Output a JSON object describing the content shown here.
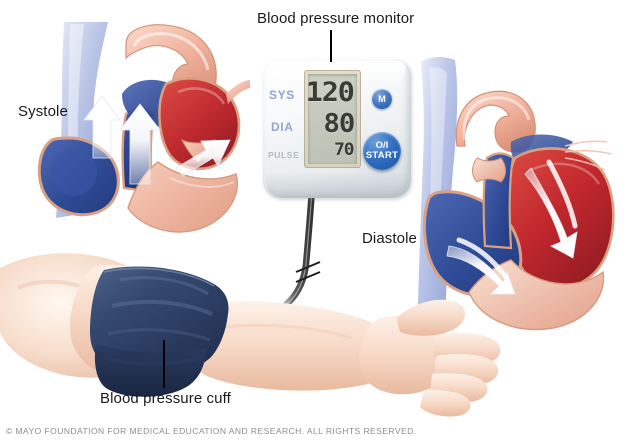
{
  "illustration": {
    "title_label": "Blood pressure monitor",
    "systole_label": "Systole",
    "diastole_label": "Diastole",
    "cuff_label": "Blood pressure cuff"
  },
  "monitor": {
    "sys_label": "SYS",
    "dia_label": "DIA",
    "pulse_label": "PULSE",
    "sys_value": "120",
    "dia_value": "80",
    "pulse_value": "70",
    "memory_button": "M",
    "start_button_line1": "O/I",
    "start_button_line2": "START"
  },
  "footer": {
    "copyright": "© MAYO FOUNDATION FOR MEDICAL EDUCATION AND RESEARCH. ALL RIGHTS RESERVED."
  },
  "colors": {
    "oxygenated_blood": "#c0272d",
    "deoxygenated_blood": "#2f4b96",
    "muscle_tissue": "#f0b19c",
    "cuff": "#2f4268",
    "skin": "#f6d7c4",
    "button_blue": "#2f6ec0",
    "label_text": "#1b1b1b",
    "footer_text": "#8d8d8d"
  }
}
